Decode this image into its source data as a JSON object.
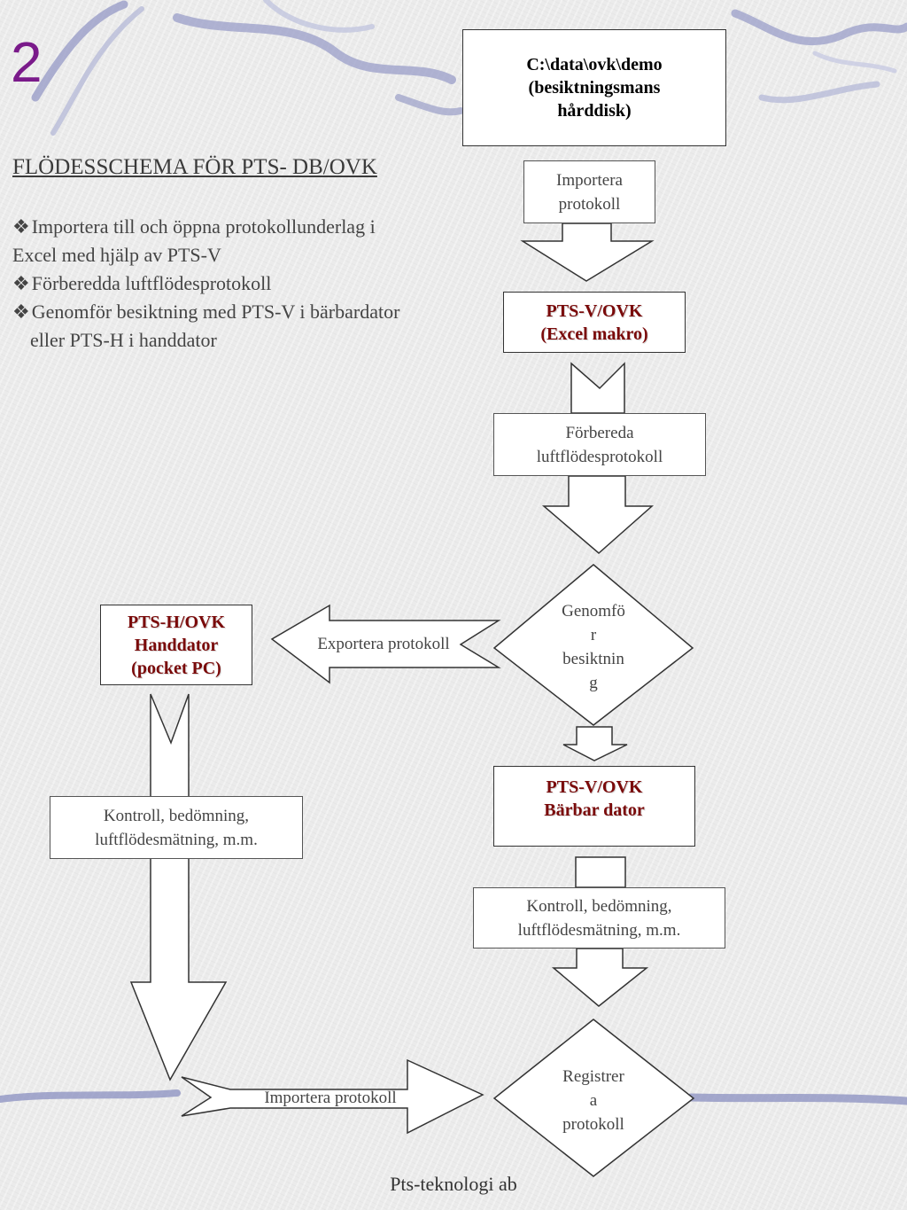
{
  "slide_number": "2",
  "title": "FLÖDESSCHEMA FÖR PTS- DB/OVK",
  "bullets": [
    {
      "line1": "Importera till och öppna protokollunderlag i",
      "line2": "Excel med hjälp av PTS-V"
    },
    {
      "line1": "Förberedda luftflödesprotokoll",
      "line2": ""
    },
    {
      "line1": "Genomför besiktning med PTS-V i bärbardator",
      "line2": "eller PTS-H i handdator"
    }
  ],
  "bullet_symbol": "❖",
  "flow": {
    "disk": {
      "line1": "C:\\data\\ovk\\demo",
      "line2": "(besiktningsmans",
      "line3": "hårddisk)"
    },
    "import_step": {
      "line1": "Importera",
      "line2": "protokoll"
    },
    "pts_v_excel": {
      "line1": "PTS-V/OVK",
      "line2": "(Excel makro)"
    },
    "prepare": {
      "line1": "Förbereda",
      "line2": "luftflödesprotokoll"
    },
    "perform": {
      "line1": "Genomfö",
      "line2": "r",
      "line3": "besiktnin",
      "line4": "g"
    },
    "export_label": "Exportera protokoll",
    "pts_h": {
      "line1": "PTS-H/OVK",
      "line2": "Handdator",
      "line3": "(pocket PC)"
    },
    "pts_v_laptop": {
      "line1": "PTS-V/OVK",
      "line2": "Bärbar dator"
    },
    "check_left": {
      "line1": "Kontroll, bedömning,",
      "line2": "luftflödesmätning, m.m."
    },
    "check_right": {
      "line1": "Kontroll, bedömning,",
      "line2": "luftflödesmätning, m.m."
    },
    "import_label": "Importera protokoll",
    "register": {
      "line1": "Registrer",
      "line2": "a",
      "line3": "protokoll"
    }
  },
  "footer": "Pts-teknologi ab",
  "colors": {
    "slide_number": "#7a1a8a",
    "emphasis_text": "#7a0a0a",
    "ribbon": "#8a8fc0"
  }
}
